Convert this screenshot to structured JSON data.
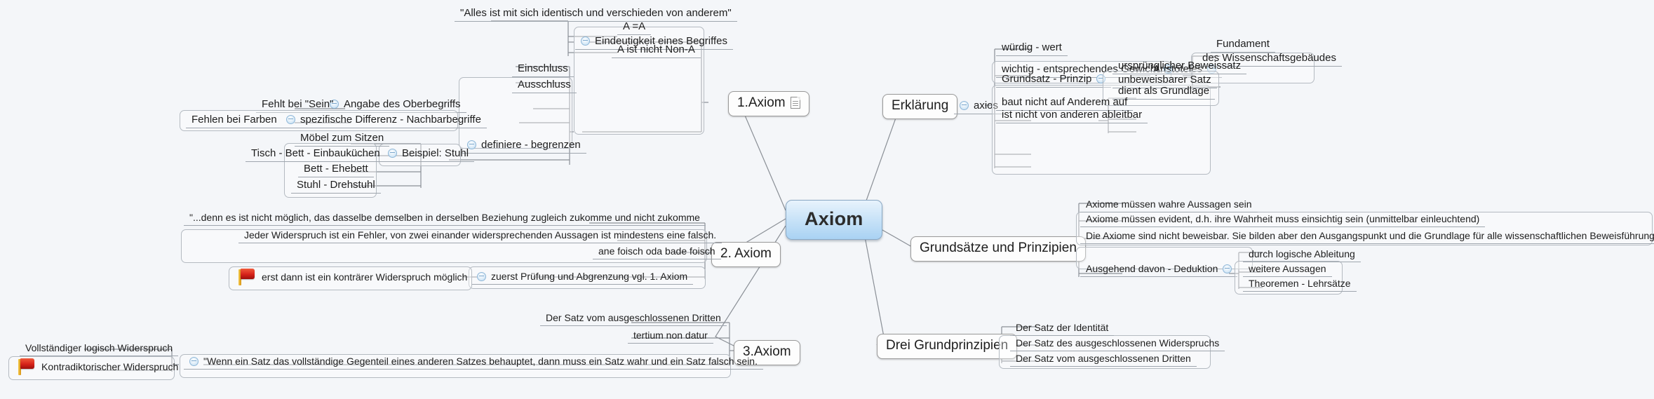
{
  "root": {
    "label": "Axiom"
  },
  "branches": {
    "axiom1": {
      "label": "1.Axiom",
      "has_note_icon": true,
      "children": [
        {
          "label": "Eindeutigkeit eines Begriffes",
          "children": [
            {
              "label": "\"Alles ist mit sich identisch und verschieden von anderem\""
            },
            {
              "label": "A =A"
            },
            {
              "label": "A ist nicht Non-A"
            }
          ]
        },
        {
          "label": "definiere - begrenzen",
          "children": [
            {
              "label": "Einschluss"
            },
            {
              "label": "Ausschluss"
            },
            {
              "label": "Angabe des Oberbegriffs",
              "children": [
                {
                  "label": "Fehlt bei \"Sein\""
                }
              ]
            },
            {
              "label": "spezifische Differenz - Nachbarbegriffe",
              "children": [
                {
                  "label": "Fehlen bei Farben"
                }
              ]
            },
            {
              "label": "Beispiel: Stuhl",
              "children": [
                {
                  "label": "Möbel zum Sitzen"
                },
                {
                  "label": "Tisch - Bett - Einbauküchen"
                },
                {
                  "label": "Bett - Ehebett"
                },
                {
                  "label": "Stuhl - Drehstuhl"
                }
              ]
            }
          ]
        }
      ]
    },
    "axiom2": {
      "label": "2. Axiom",
      "children": [
        {
          "label": "\"...denn es ist nicht möglich, das dasselbe demselben in derselben Beziehung zugleich zukomme und nicht zukomme"
        },
        {
          "label": "Jeder Widerspruch ist ein Fehler, von zwei einander widersprechenden Aussagen ist mindestens eine falsch."
        },
        {
          "label": "ane foisch oda bade foisch"
        },
        {
          "label": "zuerst Prüfung und Abgrenzung vgl. 1. Axiom",
          "children": [
            {
              "label": "erst dann ist ein konträrer Widerspruch möglich",
              "flag": true
            }
          ]
        }
      ]
    },
    "axiom3": {
      "label": "3.Axiom",
      "children": [
        {
          "label": "Der Satz vom ausgeschlossenen Dritten"
        },
        {
          "label": "tertium non datur"
        },
        {
          "label": "\"Wenn ein Satz das vollständige Gegenteil eines anderen Satzes behauptet, dann muss ein Satz wahr und ein Satz falsch sein.",
          "children": [
            {
              "label": "Vollständiger logisch Widerspruch"
            },
            {
              "label": "Kontradiktorischer Widerspruch",
              "flag": true
            }
          ]
        }
      ]
    },
    "erklaerung": {
      "label": "Erklärung",
      "children": [
        {
          "label": "axios",
          "children": [
            {
              "label": "würdig - wert"
            },
            {
              "label": "wichtig - entsprechendes Gewicht",
              "children": [
                {
                  "label": "Aristoteles",
                  "children": [
                    {
                      "label": "Fundament"
                    },
                    {
                      "label": "des Wissenschaftsgebäudes"
                    }
                  ]
                }
              ]
            },
            {
              "label": "Grundsatz - Prinzip",
              "children": [
                {
                  "label": "ursprünglicher Beweissatz"
                },
                {
                  "label": "unbeweisbarer Satz"
                },
                {
                  "label": "dient als Grundlage"
                }
              ]
            },
            {
              "label": "baut nicht auf Anderem auf"
            },
            {
              "label": "ist nicht von anderen ableitbar"
            }
          ]
        }
      ]
    },
    "grundsaetze": {
      "label": "Grundsätze und Prinzipien",
      "children": [
        {
          "label": "Axiome müssen wahre Aussagen sein"
        },
        {
          "label": "Axiome müssen evident, d.h. ihre Wahrheit muss einsichtig sein (unmittelbar einleuchtend)"
        },
        {
          "label": "Die Axiome sind nicht beweisbar. Sie bilden aber den Ausgangspunkt und die Grundlage für alle wissenschaftlichen Beweisführungen."
        },
        {
          "label": "Ausgehend davon - Deduktion",
          "children": [
            {
              "label": "durch logische Ableitung"
            },
            {
              "label": "weitere Aussagen"
            },
            {
              "label": "Theoremen - Lehrsätze"
            }
          ]
        }
      ]
    },
    "dreiGrundprinzipien": {
      "label": "Drei Grundprinzipien",
      "children": [
        {
          "label": "Der Satz der Identität"
        },
        {
          "label": "Der Satz des ausgeschlossenen Widerspruchs"
        },
        {
          "label": "Der Satz vom ausgeschlossenen Dritten"
        }
      ]
    }
  },
  "colors": {
    "background": "#f4f6f9",
    "root_fill": "#a9d2f3",
    "root_border": "#8aa8c4",
    "edge": "#8a8f96",
    "node_border": "#9a9a9a",
    "leaf_underline": "#9fa6ae",
    "bullet": "#bcd9ef",
    "flag_red": "#d6231b",
    "text": "#1d1d1d"
  }
}
